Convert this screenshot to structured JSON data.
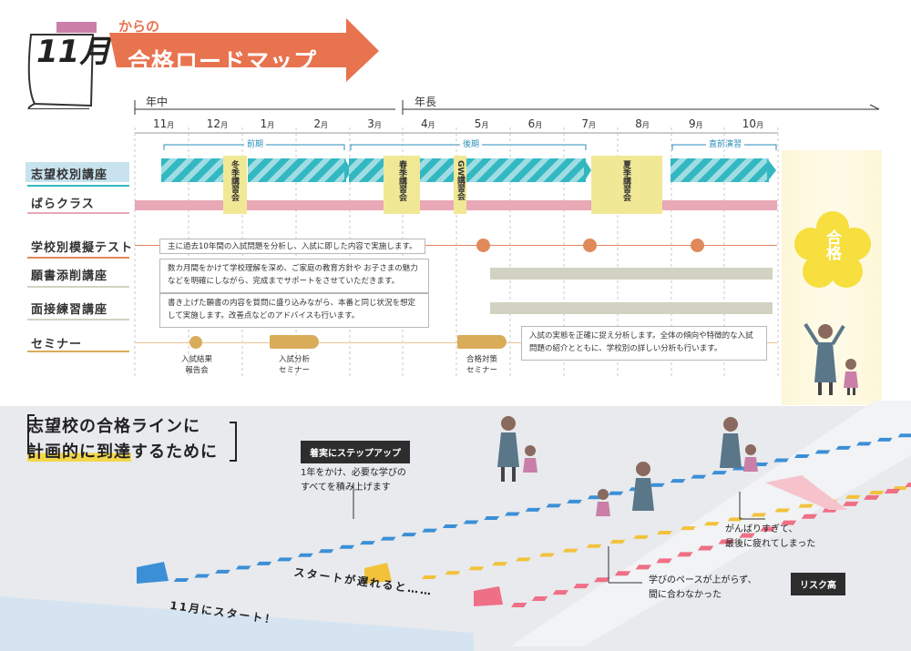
{
  "header": {
    "month_box": "11月",
    "subtitle": "からの",
    "title": "合格ロードマップ"
  },
  "timeline": {
    "eras": [
      "年中",
      "年長"
    ],
    "months": [
      "11",
      "12",
      "1",
      "2",
      "3",
      "4",
      "5",
      "6",
      "7",
      "8",
      "9",
      "10"
    ],
    "month_unit": "月",
    "phases": [
      "前期",
      "後期",
      "直前演習"
    ]
  },
  "rows": {
    "r1": "志望校別講座",
    "r2": "ばらクラス",
    "r3": "学校別模擬テスト",
    "r4": "願書添削講座",
    "r5": "面接練習講座",
    "r6": "セミナー"
  },
  "seasonal": [
    "冬季講習会",
    "春季講習会",
    "GW講習会",
    "夏季講習会"
  ],
  "notes": {
    "mock_test": "主に過去10年間の入試問題を分析し、入試に即した内容で実施します。",
    "application": "数カ月間をかけて学校理解を深め、ご家庭の教育方針や お子さまの魅力などを明確にしながら、完成までサポートをさせていただきます。",
    "interview": "書き上げた願書の内容を質問に盛り込みながら、本番と同じ状況を想定して実施します。改善点などのアドバイスも行います。",
    "seminar": "入試の実態を正確に捉え分析します。全体の傾向や特徴的な入試問題の紹介とともに、学校別の詳しい分析も行います。"
  },
  "seminars": {
    "s1": "入試結果\n報告会",
    "s2": "入試分析\nセミナー",
    "s3": "合格対策\nセミナー"
  },
  "goal": "合格",
  "lower": {
    "slogan_line1": "志望校の合格ラインに",
    "slogan_hl": "計画的に到達",
    "slogan_rest": "するために",
    "tag_steady": "着実にステップアップ",
    "steady_text": "1年をかけ、必要な学びの\nすべてを積み上げます",
    "start_late": "スタートが遅れると……",
    "start_nov": "11月にスタート！",
    "tired": "がんばりすぎて、\n最後に疲れてしまった",
    "pace": "学びのペースが上がらず、\n間に合わなかった",
    "tag_risk": "リスク高"
  },
  "colors": {
    "accent_orange": "#e8734f",
    "teal": "#33b8c2",
    "pink": "#e8a8b6",
    "yellow": "#f1e896",
    "stair_blue": "#3b8fd6",
    "stair_yellow": "#f2c23b",
    "stair_pink": "#ef6f86"
  }
}
